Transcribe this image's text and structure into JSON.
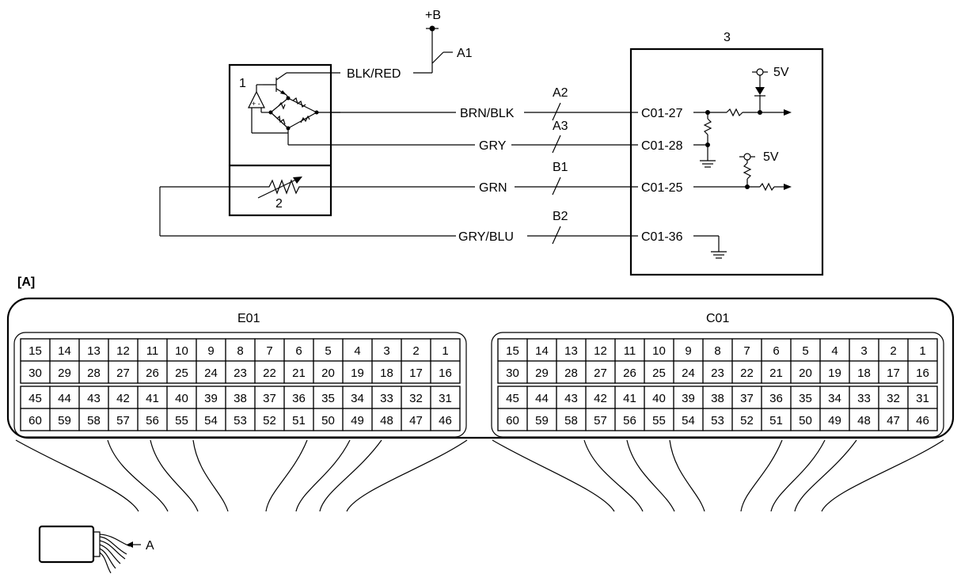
{
  "labels": {
    "supply": "+B",
    "ecu_number": "3",
    "sensor_number": "1",
    "resistor_number": "2",
    "v5_top": "5V",
    "v5_mid": "5V",
    "section": "[A]",
    "harness_callout": "A"
  },
  "wires": [
    {
      "id": "A1",
      "color": "BLK/RED",
      "pin": ""
    },
    {
      "id": "A2",
      "color": "BRN/BLK",
      "pin": "C01-27"
    },
    {
      "id": "A3",
      "color": "GRY",
      "pin": "C01-28"
    },
    {
      "id": "B1",
      "color": "GRN",
      "pin": "C01-25"
    },
    {
      "id": "B2",
      "color": "GRY/BLU",
      "pin": "C01-36"
    }
  ],
  "connectors": [
    {
      "name": "E01",
      "rows": [
        [
          "15",
          "14",
          "13",
          "12",
          "11",
          "10",
          "9",
          "8",
          "7",
          "6",
          "5",
          "4",
          "3",
          "2",
          "1"
        ],
        [
          "30",
          "29",
          "28",
          "27",
          "26",
          "25",
          "24",
          "23",
          "22",
          "21",
          "20",
          "19",
          "18",
          "17",
          "16"
        ],
        [
          "45",
          "44",
          "43",
          "42",
          "41",
          "40",
          "39",
          "38",
          "37",
          "36",
          "35",
          "34",
          "33",
          "32",
          "31"
        ],
        [
          "60",
          "59",
          "58",
          "57",
          "56",
          "55",
          "54",
          "53",
          "52",
          "51",
          "50",
          "49",
          "48",
          "47",
          "46"
        ]
      ]
    },
    {
      "name": "C01",
      "rows": [
        [
          "15",
          "14",
          "13",
          "12",
          "11",
          "10",
          "9",
          "8",
          "7",
          "6",
          "5",
          "4",
          "3",
          "2",
          "1"
        ],
        [
          "30",
          "29",
          "28",
          "27",
          "26",
          "25",
          "24",
          "23",
          "22",
          "21",
          "20",
          "19",
          "18",
          "17",
          "16"
        ],
        [
          "45",
          "44",
          "43",
          "42",
          "41",
          "40",
          "39",
          "38",
          "37",
          "36",
          "35",
          "34",
          "33",
          "32",
          "31"
        ],
        [
          "60",
          "59",
          "58",
          "57",
          "56",
          "55",
          "54",
          "53",
          "52",
          "51",
          "50",
          "49",
          "48",
          "47",
          "46"
        ]
      ]
    }
  ]
}
